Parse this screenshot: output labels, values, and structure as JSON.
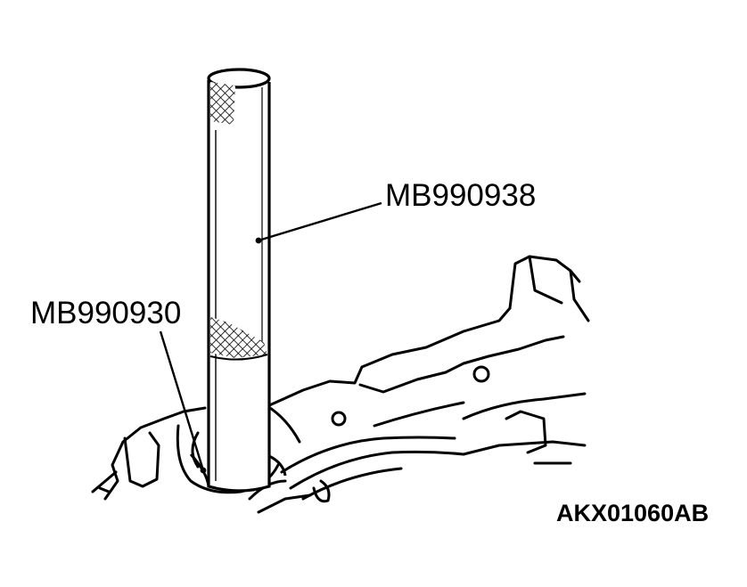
{
  "callouts": {
    "upper_tool": "MB990938",
    "lower_tool": "MB990930"
  },
  "figure_code": "AKX01060AB",
  "colors": {
    "ink": "#000000",
    "paper": "#ffffff"
  }
}
